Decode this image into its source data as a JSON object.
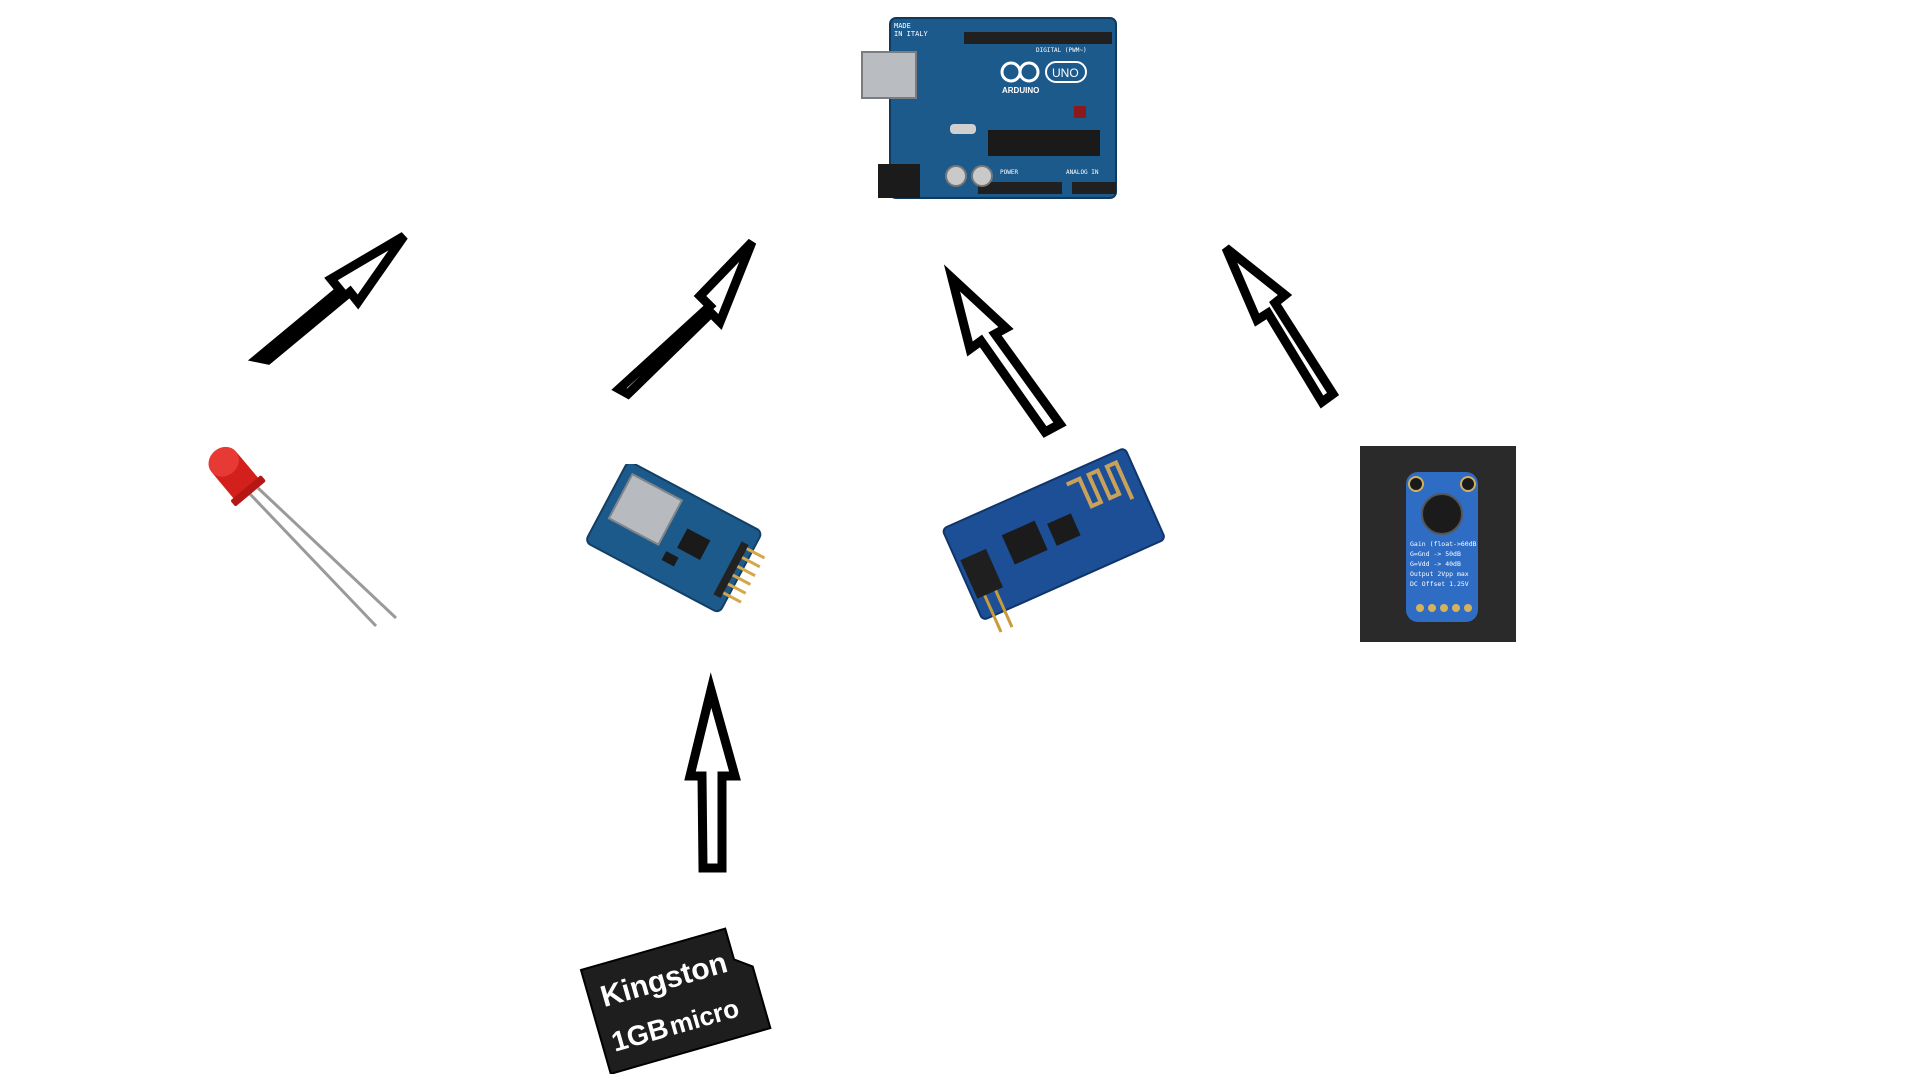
{
  "diagram": {
    "arduino": {
      "name": "arduino-uno-board",
      "made_in": "MADE",
      "made_in_2": "IN ITALY",
      "brand": "ARDUINO",
      "model": "UNO",
      "digital": "DIGITAL (PWM~)",
      "power": "POWER",
      "analog": "ANALOG IN"
    },
    "microsd": {
      "brand": "Kingston",
      "capacity": "1GB",
      "type": "micro"
    },
    "mic_module": {
      "lines": [
        "Gain (float->60dB",
        "G=Gnd -> 50dB",
        "G=Vdd -> 40dB",
        "Output 2Vpp max",
        "DC Offset 1.25V"
      ]
    },
    "colors": {
      "pcb_blue": "#1d5a8c",
      "arrow_outline": "#000000",
      "led_red": "#d4201c"
    }
  }
}
